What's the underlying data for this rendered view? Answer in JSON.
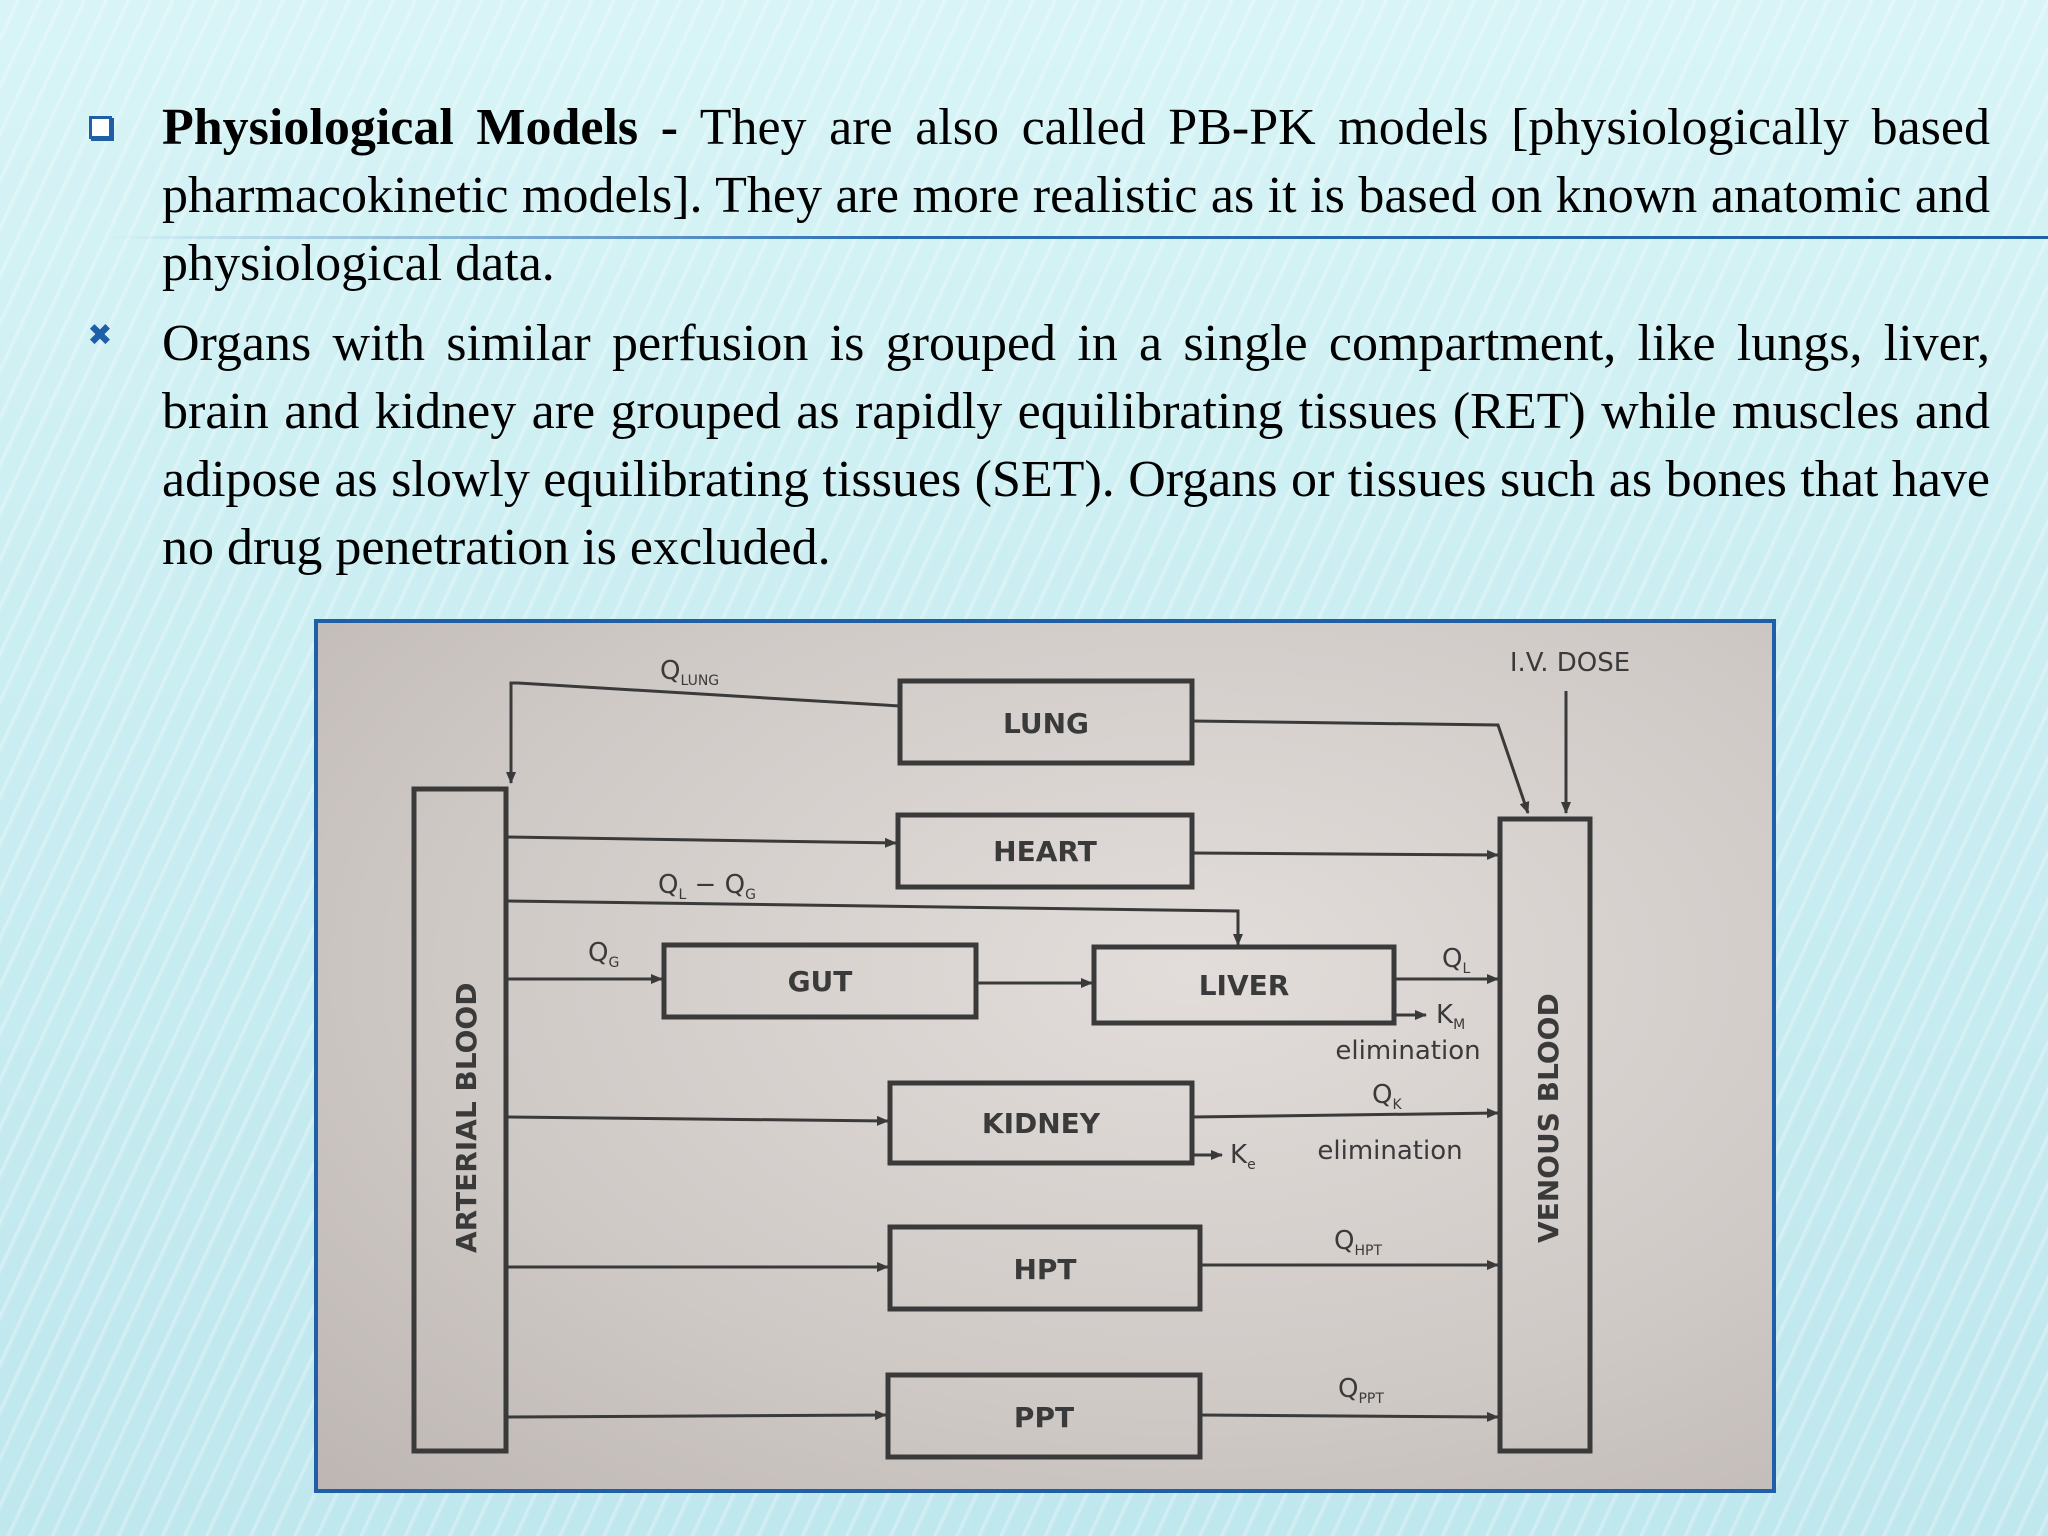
{
  "bullets": [
    {
      "icon": "square-checkbox-icon",
      "title": "Physiological Models -",
      "body": " They are also called PB-PK models [physiologically based pharmacokinetic models]. They are more realistic as it is based on known anatomic and physiological data."
    },
    {
      "icon": "cross-icon",
      "body": "Organs with similar perfusion is grouped in a single compartment, like lungs, liver, brain and kidney are grouped as rapidly equilibrating tissues (RET) while muscles and adipose as slowly equilibrating tissues (SET). Organs or tissues such as bones that have no drug penetration is excluded."
    }
  ],
  "diagram": {
    "arterial": "ARTERIAL BLOOD",
    "venous": "VENOUS BLOOD",
    "iv_dose": "I.V. DOSE",
    "organs": {
      "lung": "LUNG",
      "heart": "HEART",
      "gut": "GUT",
      "liver": "LIVER",
      "kidney": "KIDNEY",
      "hpt": "HPT",
      "ppt": "PPT"
    },
    "flows": {
      "q_lung": "Q",
      "q_lung_sub": "LUNG",
      "q_l_minus_q_g": "Q",
      "q_l_sub": "L",
      "minus": " − Q",
      "q_g_sub": "G",
      "q_g": "Q",
      "q_g2_sub": "G",
      "q_liver": "Q",
      "q_liver_sub": "L",
      "k_m": "K",
      "k_m_sub": "M",
      "elim1": "elimination",
      "q_k": "Q",
      "q_k_sub": "K",
      "k_e": "K",
      "k_e_sub": "e",
      "elim2": "elimination",
      "q_hpt": "Q",
      "q_hpt_sub": "HPT",
      "q_ppt": "Q",
      "q_ppt_sub": "PPT"
    }
  }
}
